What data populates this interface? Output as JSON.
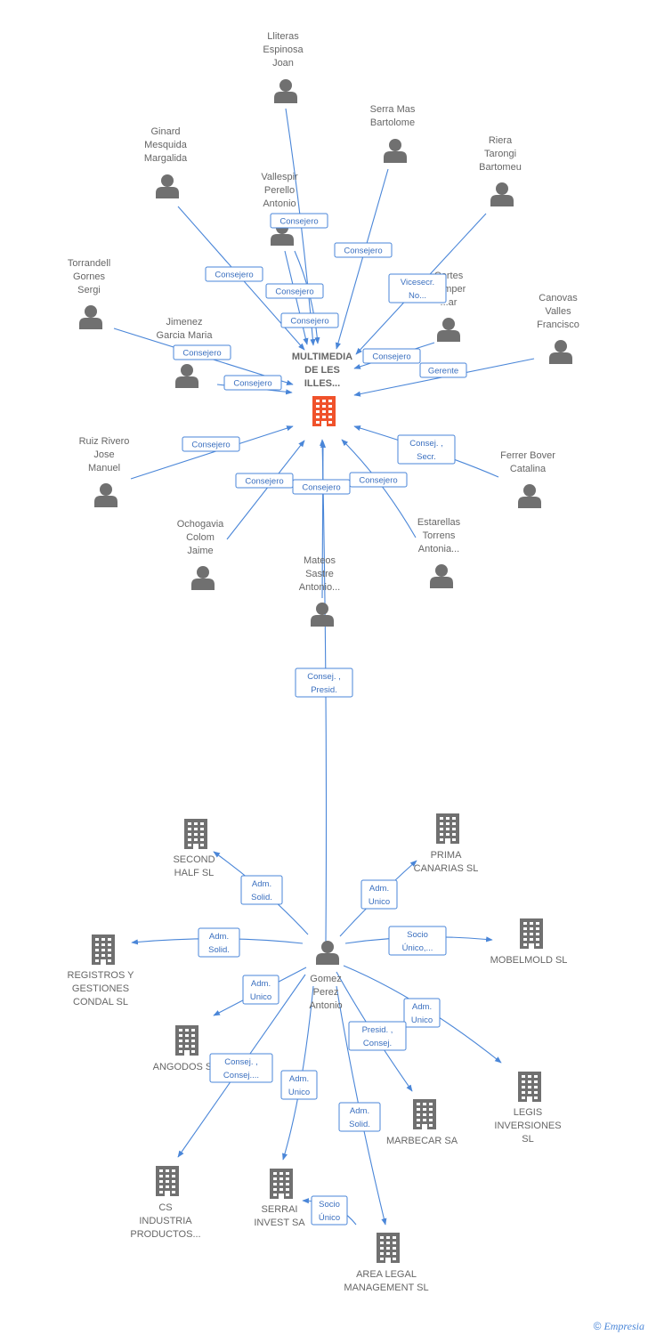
{
  "center": {
    "label": [
      "MULTIMEDIA",
      "DE LES",
      "ILLES..."
    ],
    "color": "#f0522b"
  },
  "colors": {
    "edge": "#4a86d8",
    "node": "#707070"
  },
  "persons": [
    {
      "id": "lliteras",
      "label": [
        "Lliteras",
        "Espinosa",
        "Joan"
      ]
    },
    {
      "id": "serra",
      "label": [
        "Serra Mas",
        "Bartolome"
      ]
    },
    {
      "id": "ginard",
      "label": [
        "Ginard",
        "Mesquida",
        "Margalida"
      ]
    },
    {
      "id": "riera",
      "label": [
        "Riera",
        "Tarongi",
        "Bartomeu"
      ]
    },
    {
      "id": "vallespir",
      "label": [
        "Vallespir",
        "Perello",
        "Antonio"
      ]
    },
    {
      "id": "cortes",
      "label": [
        "Cortes",
        "Pamper",
        "...ar"
      ]
    },
    {
      "id": "torrandell",
      "label": [
        "Torrandell",
        "Gornes",
        "Sergi"
      ]
    },
    {
      "id": "canovas",
      "label": [
        "Canovas",
        "Valles",
        "Francisco"
      ]
    },
    {
      "id": "jimenez",
      "label": [
        "Jimenez",
        "Garcia Maria",
        "J..."
      ]
    },
    {
      "id": "ruiz",
      "label": [
        "Ruiz Rivero",
        "Jose",
        "Manuel"
      ]
    },
    {
      "id": "ferrer",
      "label": [
        "Ferrer Bover",
        "Catalina"
      ]
    },
    {
      "id": "ochogavia",
      "label": [
        "Ochogavia",
        "Colom",
        "Jaime"
      ]
    },
    {
      "id": "estarellas",
      "label": [
        "Estarellas",
        "Torrens",
        "Antonia..."
      ]
    },
    {
      "id": "mateos",
      "label": [
        "Mateos",
        "Sastre",
        "Antonio..."
      ]
    },
    {
      "id": "gomez",
      "label": [
        "Gomez",
        "Perez",
        "Antonio"
      ]
    }
  ],
  "companies": [
    {
      "id": "second",
      "label": [
        "SECOND",
        "HALF SL"
      ]
    },
    {
      "id": "prima",
      "label": [
        "PRIMA",
        "CANARIAS SL"
      ]
    },
    {
      "id": "registros",
      "label": [
        "REGISTROS Y",
        "GESTIONES",
        "CONDAL SL"
      ]
    },
    {
      "id": "mobelmold",
      "label": [
        "MOBELMOLD  SL"
      ]
    },
    {
      "id": "angodos",
      "label": [
        "ANGODOS SL"
      ]
    },
    {
      "id": "legis",
      "label": [
        "LEGIS",
        "INVERSIONES",
        "SL"
      ]
    },
    {
      "id": "marbecar",
      "label": [
        "MARBECAR SA"
      ]
    },
    {
      "id": "cs",
      "label": [
        "CS",
        "INDUSTRIA",
        "PRODUCTOS..."
      ]
    },
    {
      "id": "serrai",
      "label": [
        "SERRAI",
        "INVEST SA"
      ]
    },
    {
      "id": "arealegal",
      "label": [
        "AREA LEGAL",
        "MANAGEMENT SL"
      ]
    }
  ],
  "relations": [
    {
      "from": "lliteras",
      "to": "center",
      "role": [
        "Consejero"
      ]
    },
    {
      "from": "serra",
      "to": "center",
      "role": [
        "Consejero"
      ]
    },
    {
      "from": "ginard",
      "to": "center",
      "role": [
        "Consejero"
      ]
    },
    {
      "from": "riera",
      "to": "center",
      "role": [
        "Vicesecr.",
        "No..."
      ]
    },
    {
      "from": "vallespir",
      "to": "center",
      "role": [
        "Consejero"
      ]
    },
    {
      "from": "vallespir",
      "to": "center",
      "role": [
        "Consejero"
      ]
    },
    {
      "from": "cortes",
      "to": "center",
      "role": [
        "Consejero"
      ]
    },
    {
      "from": "torrandell",
      "to": "center",
      "role": [
        "Consejero"
      ]
    },
    {
      "from": "canovas",
      "to": "center",
      "role": [
        "Gerente"
      ]
    },
    {
      "from": "jimenez",
      "to": "center",
      "role": [
        "Consejero"
      ]
    },
    {
      "from": "ruiz",
      "to": "center",
      "role": [
        "Consejero"
      ]
    },
    {
      "from": "ferrer",
      "to": "center",
      "role": [
        "Consej. ,",
        "Secr."
      ]
    },
    {
      "from": "ochogavia",
      "to": "center",
      "role": [
        "Consejero"
      ]
    },
    {
      "from": "estarellas",
      "to": "center",
      "role": [
        "Consejero"
      ]
    },
    {
      "from": "mateos",
      "to": "center",
      "role": [
        "Consejero"
      ]
    },
    {
      "from": "gomez",
      "to": "center",
      "role": [
        "Consej. ,",
        "Presid."
      ]
    },
    {
      "from": "gomez",
      "to": "second",
      "role": [
        "Adm.",
        "Solid."
      ]
    },
    {
      "from": "gomez",
      "to": "prima",
      "role": [
        "Adm.",
        "Unico"
      ]
    },
    {
      "from": "gomez",
      "to": "registros",
      "role": [
        "Adm.",
        "Solid."
      ]
    },
    {
      "from": "gomez",
      "to": "mobelmold",
      "role": [
        "Socio",
        "Único,..."
      ]
    },
    {
      "from": "gomez",
      "to": "angodos",
      "role": [
        "Adm.",
        "Unico"
      ]
    },
    {
      "from": "gomez",
      "to": "legis",
      "role": [
        "Adm.",
        "Unico"
      ]
    },
    {
      "from": "gomez",
      "to": "marbecar",
      "role": [
        "Presid. ,",
        "Consej."
      ]
    },
    {
      "from": "gomez",
      "to": "cs",
      "role": [
        "Consej. ,",
        "Consej...."
      ]
    },
    {
      "from": "gomez",
      "to": "serrai",
      "role": [
        "Adm.",
        "Unico"
      ]
    },
    {
      "from": "gomez",
      "to": "arealegal",
      "role": [
        "Adm.",
        "Solid."
      ]
    },
    {
      "from": "arealegal",
      "to": "serrai",
      "role": [
        "Socio",
        "Único"
      ]
    }
  ],
  "watermark": {
    "symbol": "©",
    "brand": "Empresia"
  }
}
